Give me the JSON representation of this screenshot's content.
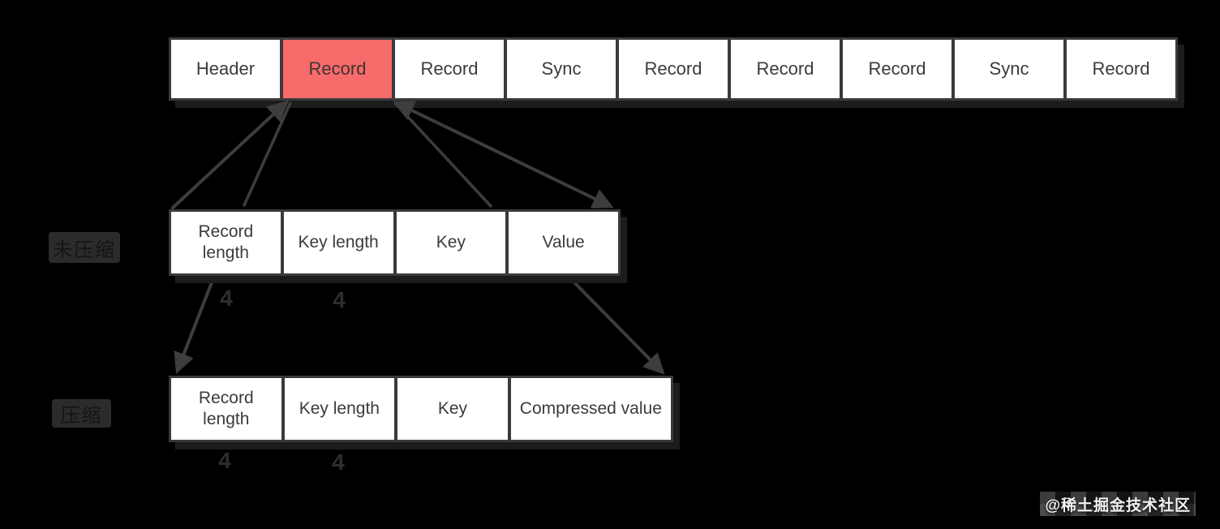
{
  "top_row": {
    "cells": [
      "Header",
      "Record",
      "Record",
      "Sync",
      "Record",
      "Record",
      "Record",
      "Sync",
      "Record"
    ],
    "highlighted_cell_index": 1
  },
  "middle_row": {
    "side_label": "未压缩",
    "cells": [
      "Record length",
      "Key length",
      "Key",
      "Value"
    ]
  },
  "bottom_row": {
    "side_label": "压缩",
    "cells": [
      "Record length",
      "Key length",
      "Key",
      "Compressed value"
    ]
  },
  "byte_markers": {
    "middle_row": [
      "4",
      "4"
    ],
    "bottom_row": [
      "4",
      "4"
    ]
  },
  "watermark": {
    "text": "@稀土掘金技术社区"
  },
  "colors": {
    "background": "#000000",
    "box_fill": "#ffffff",
    "box_border": "#3a3a3a",
    "highlight_fill": "#f76b6b",
    "box_text": "#3b3b3b",
    "connector": "#3d3d3d",
    "side_label_fill": "#2b2b2b",
    "side_label_text": "#151515",
    "byte_marker_text": "#2e2e2e",
    "watermark_text": "#f2f2f2"
  }
}
